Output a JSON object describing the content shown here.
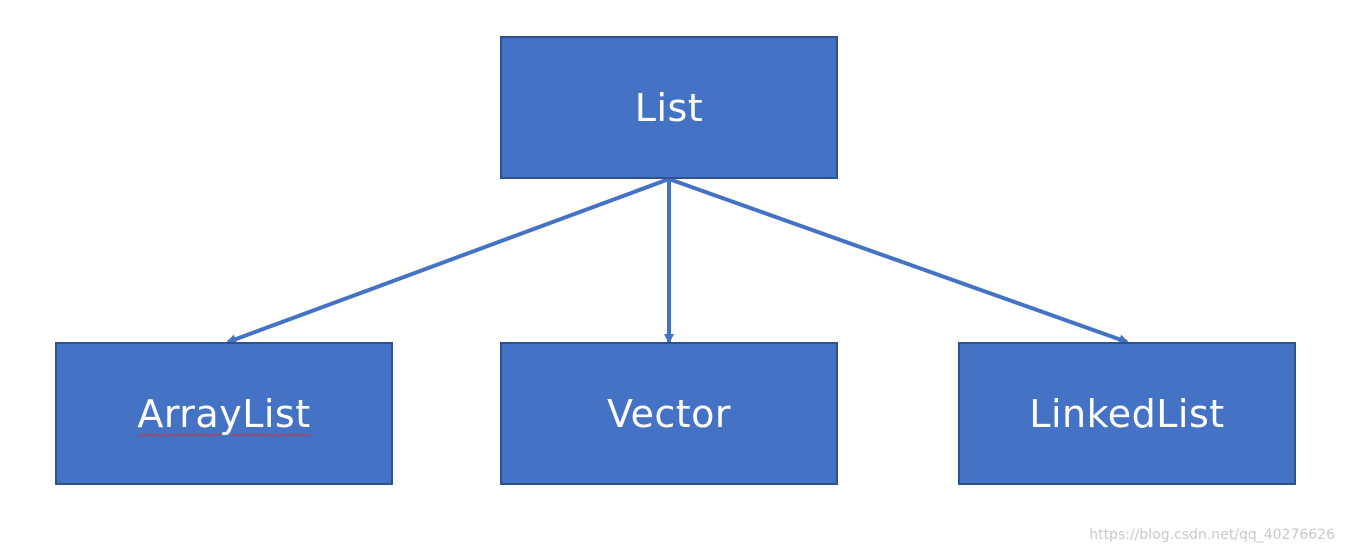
{
  "nodes": {
    "root": {
      "label": "List"
    },
    "left": {
      "label": "ArrayList"
    },
    "middle": {
      "label": "Vector"
    },
    "right": {
      "label": "LinkedList"
    }
  },
  "edges": [
    {
      "from": "List",
      "to": "ArrayList"
    },
    {
      "from": "List",
      "to": "Vector"
    },
    {
      "from": "List",
      "to": "LinkedList"
    }
  ],
  "colors": {
    "box_fill": "#4472C4",
    "box_border": "#2F528F",
    "arrow": "#4472C4",
    "text": "#ffffff"
  },
  "watermark": "https://blog.csdn.net/qq_40276626"
}
